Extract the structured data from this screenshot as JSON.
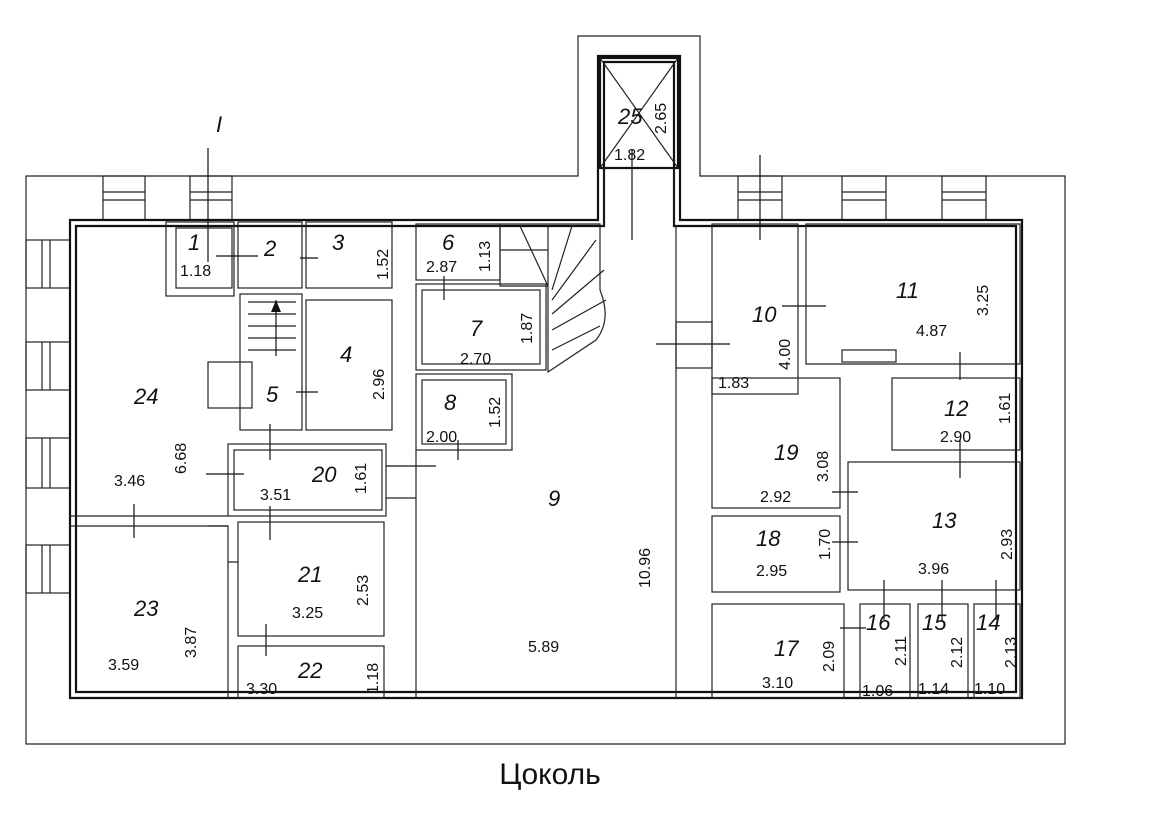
{
  "caption": "Цоколь",
  "section_mark": "I",
  "rooms": [
    {
      "id": "r1",
      "num": "1",
      "dims": [
        "1.18"
      ]
    },
    {
      "id": "r2",
      "num": "2",
      "dims": []
    },
    {
      "id": "r3",
      "num": "3",
      "dims": [
        "1.52"
      ]
    },
    {
      "id": "r4",
      "num": "4",
      "dims": [
        "2.96"
      ]
    },
    {
      "id": "r5",
      "num": "5",
      "dims": []
    },
    {
      "id": "r6",
      "num": "6",
      "dims": [
        "2.87",
        "1.13"
      ]
    },
    {
      "id": "r7",
      "num": "7",
      "dims": [
        "1.87",
        "2.70"
      ]
    },
    {
      "id": "r8",
      "num": "8",
      "dims": [
        "1.52",
        "2.00"
      ]
    },
    {
      "id": "r9",
      "num": "9",
      "dims": [
        "10.96",
        "5.89"
      ]
    },
    {
      "id": "r10",
      "num": "10",
      "dims": [
        "4.00",
        "1.83"
      ]
    },
    {
      "id": "r11",
      "num": "11",
      "dims": [
        "3.25",
        "4.87"
      ]
    },
    {
      "id": "r12",
      "num": "12",
      "dims": [
        "1.61",
        "2.90"
      ]
    },
    {
      "id": "r13",
      "num": "13",
      "dims": [
        "2.93",
        "3.96"
      ]
    },
    {
      "id": "r14",
      "num": "14",
      "dims": [
        "2.13",
        "1.10"
      ]
    },
    {
      "id": "r15",
      "num": "15",
      "dims": [
        "2.12",
        "1.14"
      ]
    },
    {
      "id": "r16",
      "num": "16",
      "dims": [
        "2.11",
        "1.06"
      ]
    },
    {
      "id": "r17",
      "num": "17",
      "dims": [
        "2.09",
        "3.10"
      ]
    },
    {
      "id": "r18",
      "num": "18",
      "dims": [
        "1.70",
        "2.95"
      ]
    },
    {
      "id": "r19",
      "num": "19",
      "dims": [
        "3.08",
        "2.92"
      ]
    },
    {
      "id": "r20",
      "num": "20",
      "dims": [
        "1.61",
        "3.51"
      ]
    },
    {
      "id": "r21",
      "num": "21",
      "dims": [
        "2.53",
        "3.25"
      ]
    },
    {
      "id": "r22",
      "num": "22",
      "dims": [
        "3.30",
        "1.18"
      ]
    },
    {
      "id": "r23",
      "num": "23",
      "dims": [
        "3.87",
        "3.59"
      ]
    },
    {
      "id": "r24",
      "num": "24",
      "dims": [
        "6.68",
        "3.46"
      ]
    },
    {
      "id": "r25",
      "num": "25",
      "dims": [
        "2.65",
        "1.82"
      ]
    }
  ]
}
